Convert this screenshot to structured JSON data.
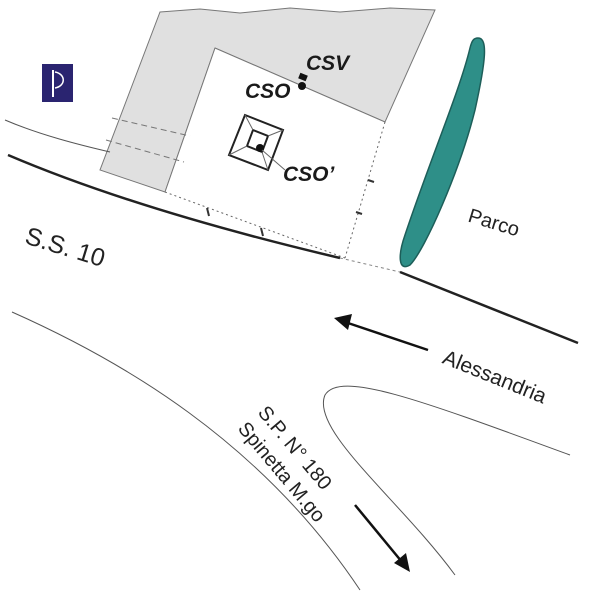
{
  "logo": {
    "letter": "P",
    "color": "#2a2470"
  },
  "labels": {
    "csv": "CSV",
    "cso": "CSO",
    "cso_prime": "CSO’",
    "road_ss10": "S.S. 10",
    "park": "Parco",
    "direction_alessandria": "Alessandria",
    "road_sp180_line1": "S.P. N° 180",
    "road_sp180_line2": "Spinetta M.go"
  },
  "colors": {
    "building": "#e0e0e0",
    "park_strip": "#2e8f88"
  }
}
